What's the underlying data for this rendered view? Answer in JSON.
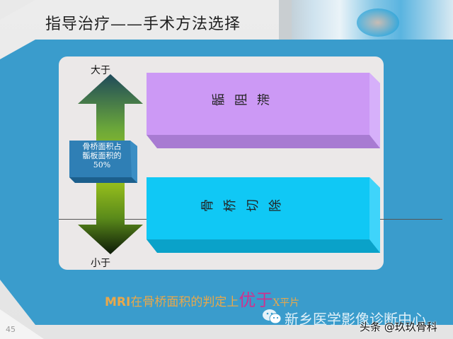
{
  "slide": {
    "title": "指导治疗——手术方法选择",
    "page_number": "45"
  },
  "diagram": {
    "top_label": "大于",
    "bottom_label": "小于",
    "threshold_label_line1": "骨桥面积占",
    "threshold_label_line2": "骺板面积的",
    "threshold_label_line3": "50%",
    "upper_box": {
      "label": "骺阻滞",
      "color": "#cc99f5"
    },
    "lower_box": {
      "label": "骨桥切除",
      "color": "#10c8f5"
    }
  },
  "footer": {
    "conclusion_prefix": "MRI",
    "conclusion_middle": "在骨桥面积的判定上",
    "conclusion_highlight": "优于",
    "conclusion_suffix": "X平片",
    "watermark_wechat": "新乡医学影像诊断中心",
    "watermark_toutiao": "头条 @玖玖骨科"
  },
  "colors": {
    "blue_band": "#3a9ccc",
    "panel": "#ebe8e8",
    "accent_orange": "#e9a84a",
    "accent_magenta": "#d1308e",
    "threshold_box": "#2f7fb5"
  }
}
